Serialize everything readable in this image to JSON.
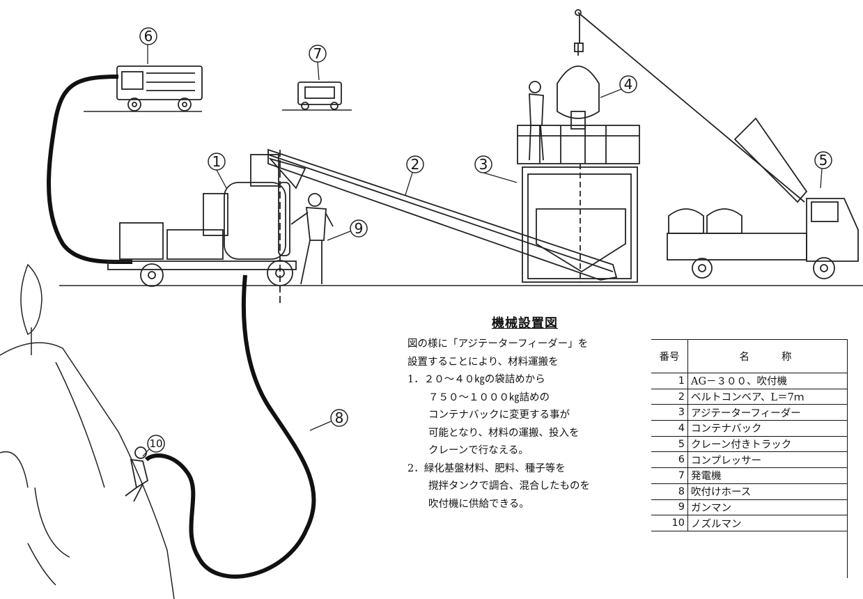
{
  "diagram": {
    "title": "機械設置図",
    "callouts": [
      "1",
      "2",
      "3",
      "4",
      "5",
      "6",
      "7",
      "8",
      "9",
      "10"
    ],
    "description": [
      "図の様に「アジテーターフィーダー」を",
      "設置することにより、材料運搬を",
      "1．２０～４０㎏の袋詰めから",
      "７５０～１０００㎏詰めの",
      "コンテナバックに変更する事が",
      "可能となり、材料の運搬、投入を",
      "クレーンで行なえる。",
      "2．緑化基盤材料、肥料、種子等を",
      "撹拌タンクで調合、混合したものを",
      "吹付機に供給できる。"
    ],
    "table": {
      "header_no": "番号",
      "header_name": "名称",
      "rows": [
        {
          "no": "1",
          "name": "AG－３００、吹付機"
        },
        {
          "no": "2",
          "name": "ベルトコンベア、L＝7ｍ"
        },
        {
          "no": "3",
          "name": "アジテーターフィーダー"
        },
        {
          "no": "4",
          "name": "コンテナバック"
        },
        {
          "no": "5",
          "name": "クレーン付きトラック"
        },
        {
          "no": "6",
          "name": "コンプレッサー"
        },
        {
          "no": "7",
          "name": "発電機"
        },
        {
          "no": "8",
          "name": "吹付けホース"
        },
        {
          "no": "9",
          "name": "ガンマン"
        },
        {
          "no": "10",
          "name": "ノズルマン"
        }
      ]
    }
  }
}
